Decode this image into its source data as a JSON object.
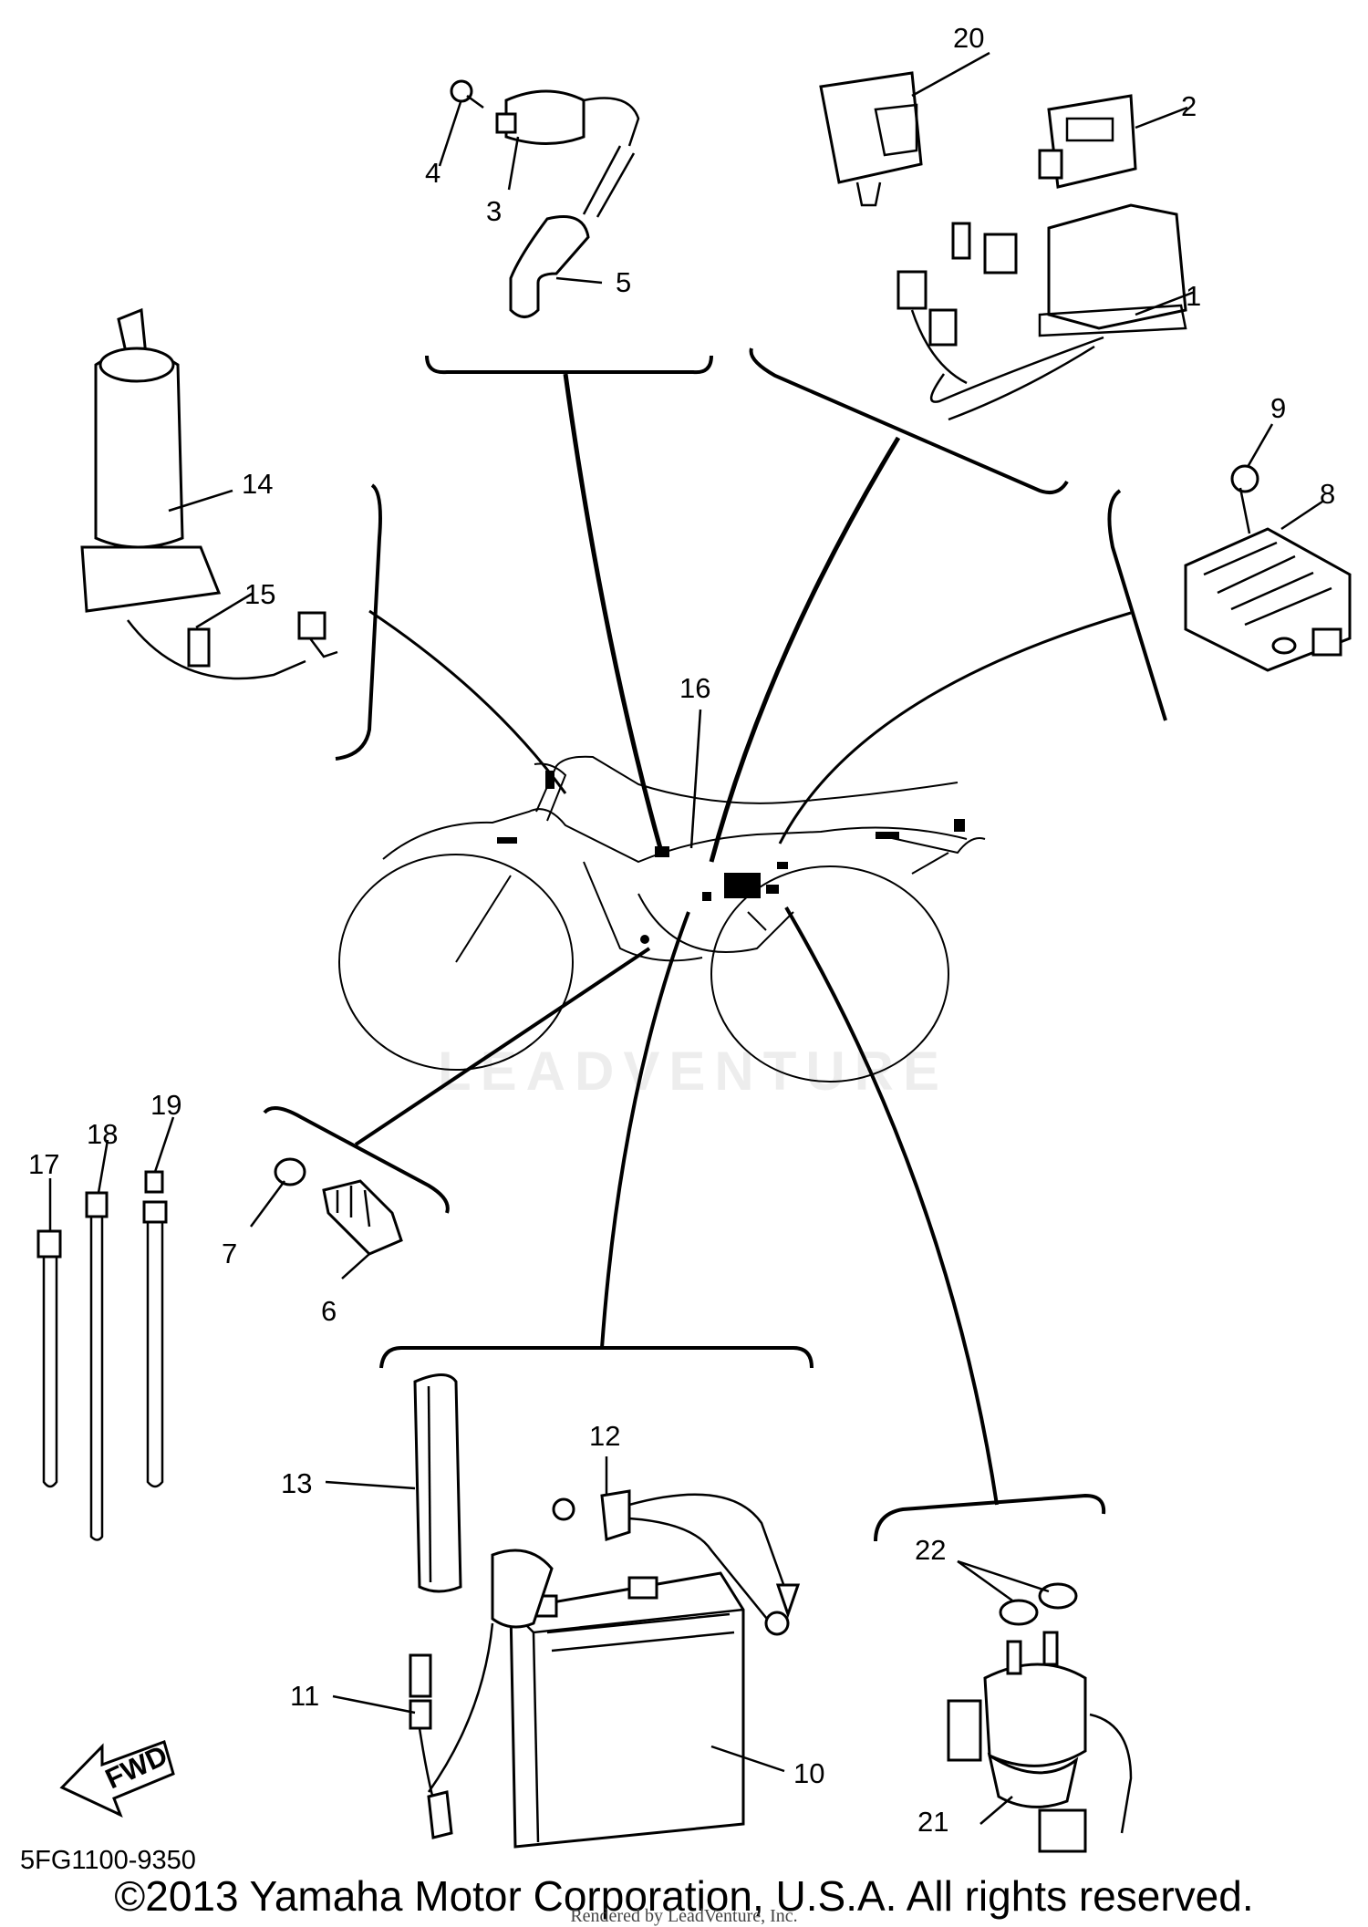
{
  "callouts": [
    "1",
    "2",
    "3",
    "4",
    "5",
    "6",
    "7",
    "8",
    "9",
    "10",
    "11",
    "12",
    "13",
    "14",
    "15",
    "16",
    "17",
    "18",
    "19",
    "20",
    "21",
    "22"
  ],
  "fwd_label": "FWD",
  "drawing_code": "5FG1100-9350",
  "copyright": "©2013 Yamaha Motor Corporation, U.S.A. All rights reserved.",
  "rendered_by": "Rendered by LeadVenture, Inc.",
  "watermark": "LEADVENTURE"
}
